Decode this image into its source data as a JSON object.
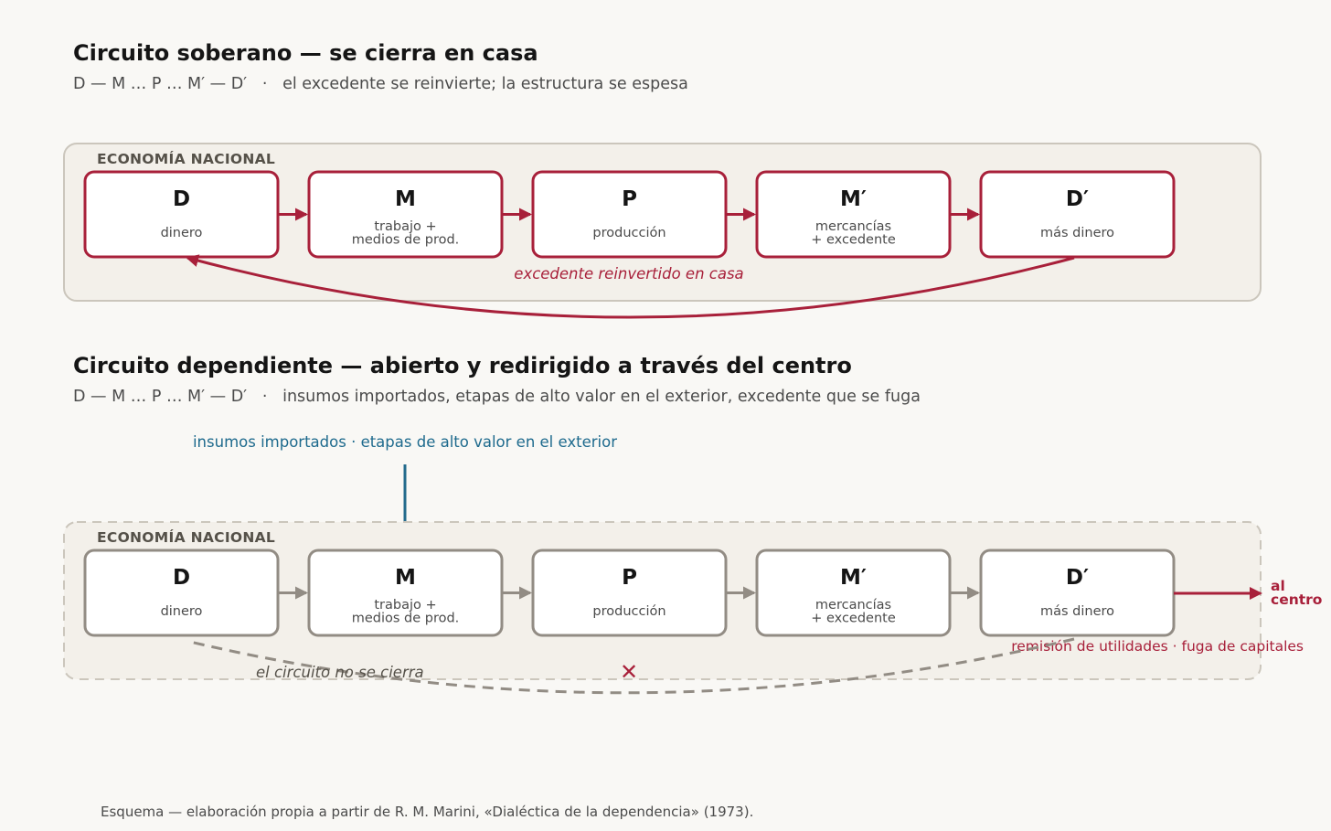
{
  "sovereign": {
    "title": "Circuito soberano — se cierra en casa",
    "subtitle": "D — M … P … M′ — D′   ·   el excedente se reinvierte; la estructura se espesa",
    "region_label": "ECONOMÍA NACIONAL",
    "nodes": [
      {
        "letter": "D",
        "desc": [
          "dinero"
        ]
      },
      {
        "letter": "M",
        "desc": [
          "trabajo +",
          "medios de prod."
        ]
      },
      {
        "letter": "P",
        "desc": [
          "producción"
        ]
      },
      {
        "letter": "M′",
        "desc": [
          "mercancías",
          "+ excedente"
        ]
      },
      {
        "letter": "D′",
        "desc": [
          "más dinero"
        ]
      }
    ],
    "loop_label": "excedente reinvertido en casa"
  },
  "dependent": {
    "title": "Circuito dependiente — abierto y redirigido a través del centro",
    "subtitle": "D — M … P … M′ — D′   ·   insumos importados, etapas de alto valor en el exterior, excedente que se fuga",
    "region_label": "ECONOMÍA NACIONAL",
    "nodes": [
      {
        "letter": "D",
        "desc": [
          "dinero"
        ]
      },
      {
        "letter": "M",
        "desc": [
          "trabajo +",
          "medios de prod."
        ]
      },
      {
        "letter": "P",
        "desc": [
          "producción"
        ]
      },
      {
        "letter": "M′",
        "desc": [
          "mercancías",
          "+ excedente"
        ]
      },
      {
        "letter": "D′",
        "desc": [
          "más dinero"
        ]
      }
    ],
    "import_label": "insumos importados · etapas de alto valor en el exterior",
    "outflow_label": "remisión de utilidades · fuga de capitales",
    "center_label": [
      "al",
      "centro"
    ],
    "loop_label": "el circuito no se cierra",
    "broken_mark": "✕"
  },
  "footer": "Esquema — elaboración propia a partir de R. M. Marini, «Dialéctica de la dependencia» (1973).",
  "colors": {
    "background": "#f9f8f5",
    "region_fill": "#f3f0ea",
    "region_stroke": "#cbc6bc",
    "sovereign_accent": "#a8203a",
    "dependent_stroke": "#928c84",
    "import_blue": "#236a8c",
    "text_dark": "#151515",
    "text_muted": "#4b4b4b"
  },
  "icons": {
    "broken_mark": "cross-mark-icon"
  }
}
